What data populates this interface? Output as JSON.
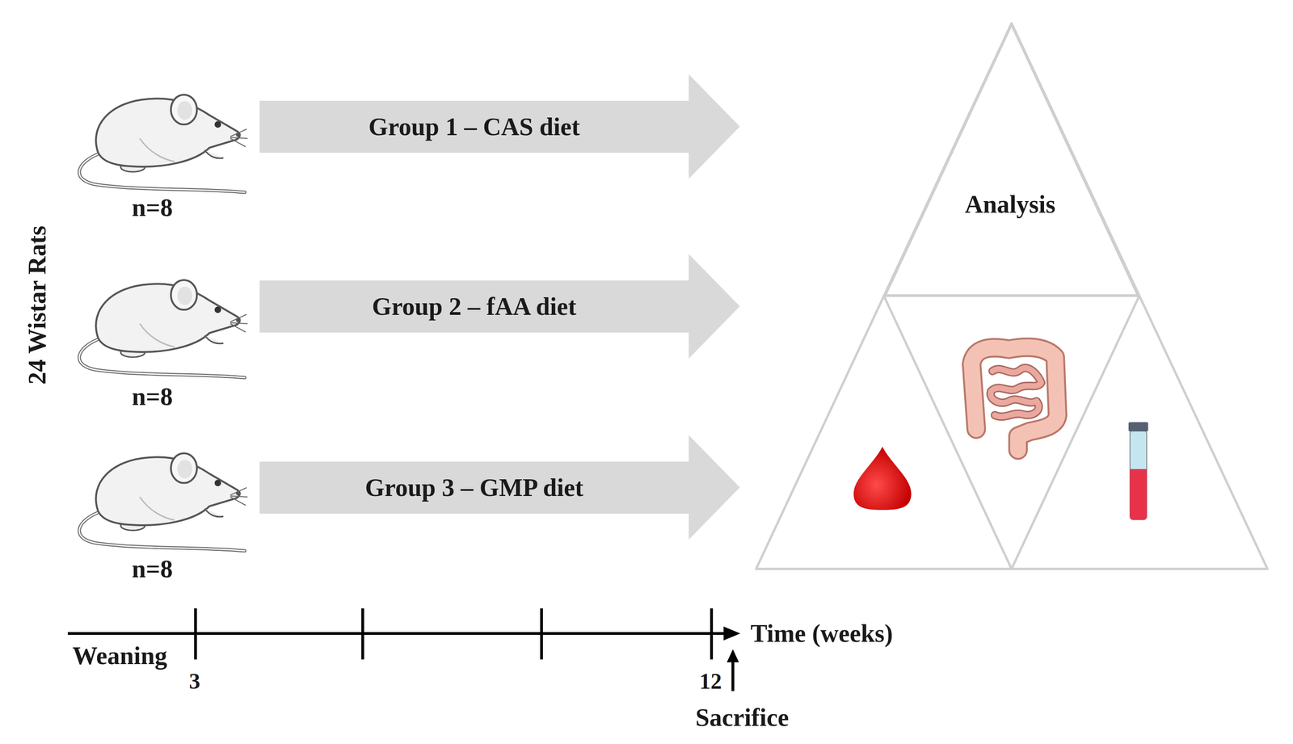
{
  "diagram": {
    "nodes": [
      {
        "text": [
          "Group 1 – CAS diet"
        ]
      },
      {
        "text": [
          "Group 2 – fAA diet"
        ]
      },
      {
        "text": [
          "Group 3 – GMP diet"
        ]
      },
      {
        "text": [
          "Analysis"
        ]
      }
    ],
    "labels": [
      "24 Wistar Rats",
      "n=8",
      "n=8",
      "n=8",
      "Weaning",
      "3",
      "12",
      "Time (weeks)",
      "Sacrifice"
    ]
  }
}
